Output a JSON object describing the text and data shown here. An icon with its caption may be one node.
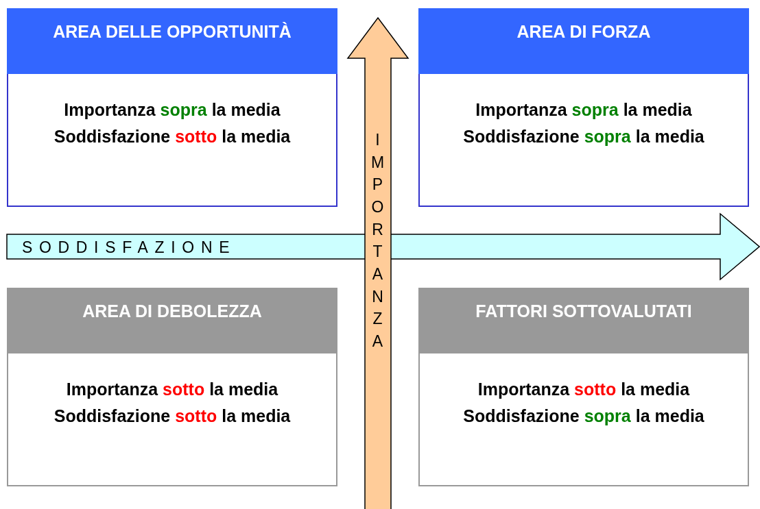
{
  "diagram": {
    "nodes": [
      {
        "text": [
          "AREA DELLE OPPORTUNITÀ",
          "Importanza sopra la media",
          "Soddisfazione sotto la media"
        ]
      },
      {
        "text": [
          "AREA DI FORZA",
          "Importanza sopra la media",
          "Soddisfazione sopra la media"
        ]
      },
      {
        "text": [
          "AREA DI DEBOLEZZA",
          "Importanza sotto la media",
          "Soddisfazione sotto la media"
        ]
      },
      {
        "text": [
          "FATTORI SOTTOVALUTATI",
          "Importanza sotto la media",
          "Soddisfazione sopra la media"
        ]
      }
    ],
    "labels": [
      "IMPORTANZA",
      "SODDISFAZIONE"
    ]
  }
}
